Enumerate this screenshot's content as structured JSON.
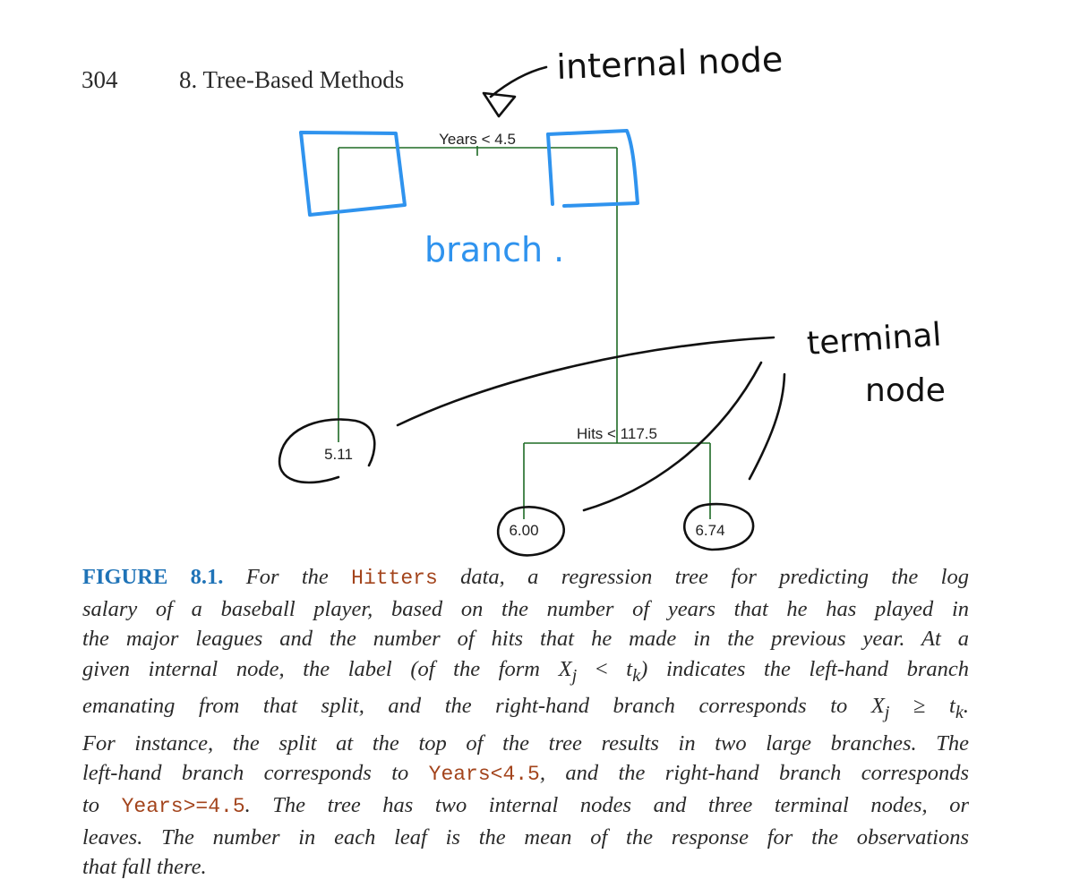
{
  "header": {
    "page_number": "304",
    "chapter_title": "8.  Tree-Based Methods"
  },
  "tree": {
    "root_split": "Years < 4.5",
    "second_split": "Hits < 117.5",
    "leaves": [
      "5.11",
      "6.00",
      "6.74"
    ],
    "line_color": "#1e6b25"
  },
  "annotations": {
    "internal_node": "internal node",
    "branch": "branch .",
    "terminal_line1": "terminal",
    "terminal_line2": "node",
    "ink_black": "#111111",
    "ink_blue": "#2f93ee"
  },
  "caption": {
    "label": "FIGURE 8.1.",
    "text_1": " For the ",
    "code_1": "Hitters",
    "text_2": " data, a regression tree for predicting the log",
    "line2": "salary of a baseball player, based on the number of years that he has played in",
    "line3": "the major leagues and the number of hits that he made in the previous year. At a",
    "line4_a": "given internal node, the label (of the form ",
    "math_1": "X",
    "math_1_sub": "j",
    "math_1_rel": " < ",
    "math_1_t": "t",
    "math_1_tsub": "k",
    "line4_b": ") indicates the left-hand branch",
    "line5_a": "emanating from that split, and the right-hand branch corresponds to ",
    "math_2": "X",
    "math_2_sub": "j",
    "math_2_rel": " ≥ ",
    "math_2_t": "t",
    "math_2_tsub": "k",
    "line5_b": ".",
    "line6": "For instance, the split at the top of the tree results in two large branches. The",
    "line7_a": "left-hand branch corresponds to ",
    "code_2": "Years<4.5",
    "line7_b": ", and the right-hand branch corresponds",
    "line8_a": "to ",
    "code_3": "Years>=4.5",
    "line8_b": ". The tree has two internal nodes and three terminal nodes, or",
    "line9": "leaves. The number in each leaf is the mean of the response for the observations",
    "line10": "that fall there."
  }
}
